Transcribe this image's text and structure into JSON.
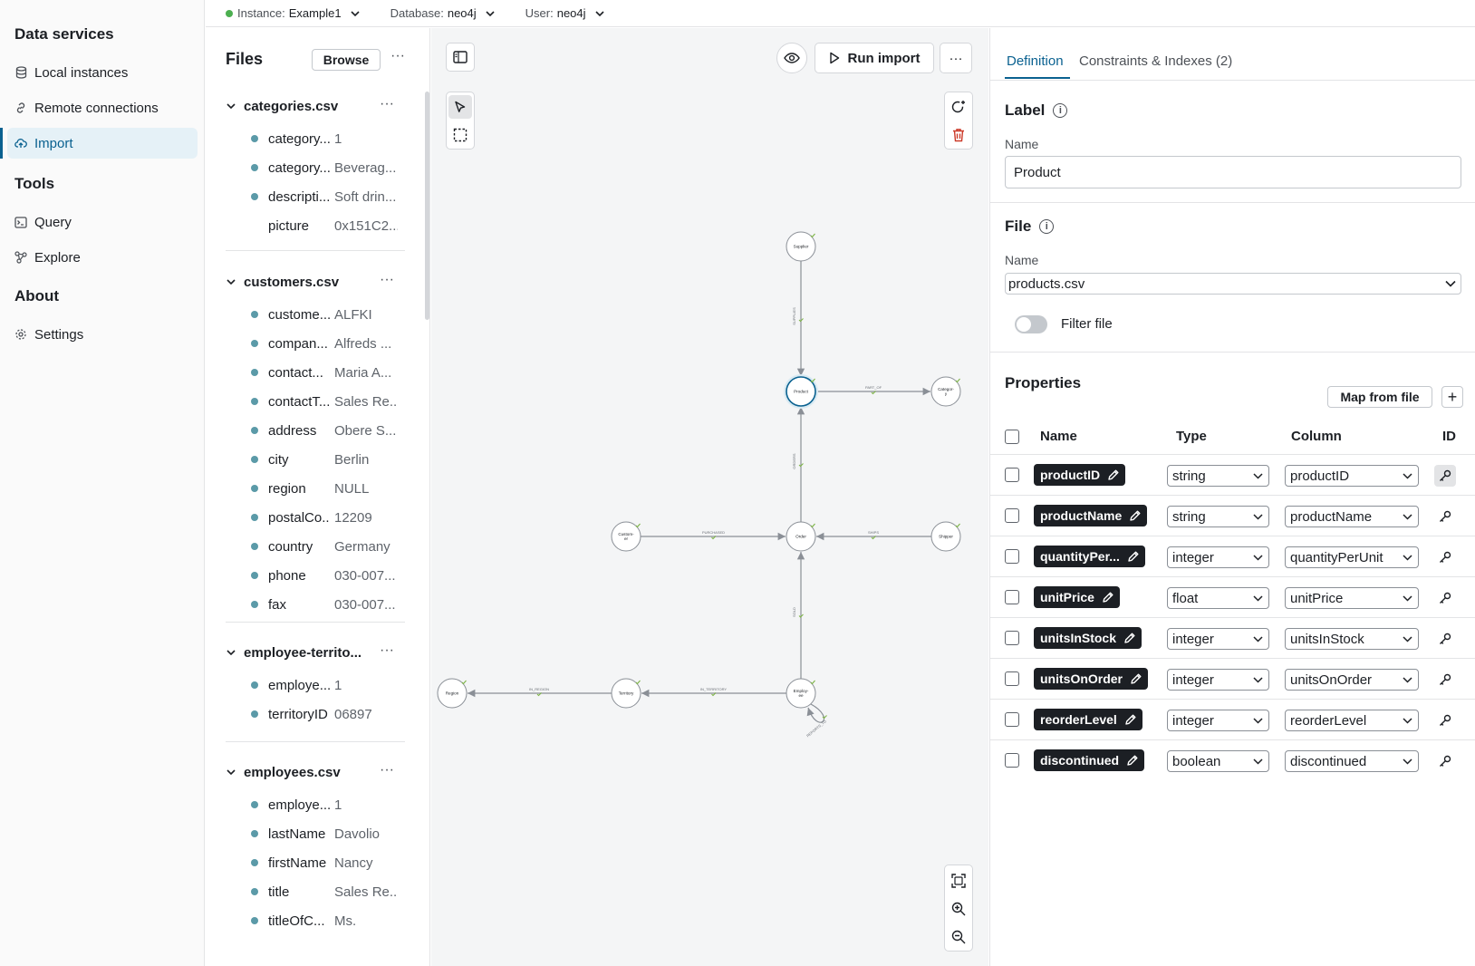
{
  "nav": {
    "sections": [
      {
        "title": "Data services",
        "items": [
          {
            "label": "Local instances",
            "icon": "database-icon"
          },
          {
            "label": "Remote connections",
            "icon": "link-icon"
          },
          {
            "label": "Import",
            "icon": "cloud-upload-icon",
            "active": true
          }
        ]
      },
      {
        "title": "Tools",
        "items": [
          {
            "label": "Query",
            "icon": "terminal-icon"
          },
          {
            "label": "Explore",
            "icon": "graph-icon"
          }
        ]
      },
      {
        "title": "About",
        "items": [
          {
            "label": "Settings",
            "icon": "gear-icon"
          }
        ]
      }
    ]
  },
  "topbar": {
    "instance_label": "Instance:",
    "instance_value": "Example1",
    "database_label": "Database:",
    "database_value": "neo4j",
    "user_label": "User:",
    "user_value": "neo4j",
    "status_color": "#4caf50"
  },
  "files": {
    "title": "Files",
    "browse_label": "Browse",
    "groups": [
      {
        "name": "categories.csv",
        "rows": [
          {
            "key": "category...",
            "value": "1",
            "bullet": true
          },
          {
            "key": "category...",
            "value": "Beverag...",
            "bullet": true
          },
          {
            "key": "descripti...",
            "value": "Soft drin...",
            "bullet": true
          },
          {
            "key": "picture",
            "value": "0x151C2...",
            "bullet": false
          }
        ]
      },
      {
        "name": "customers.csv",
        "rows": [
          {
            "key": "custome...",
            "value": "ALFKI",
            "bullet": true
          },
          {
            "key": "compan...",
            "value": "Alfreds ...",
            "bullet": true
          },
          {
            "key": "contact...",
            "value": "Maria A...",
            "bullet": true
          },
          {
            "key": "contactT...",
            "value": "Sales Re...",
            "bullet": true
          },
          {
            "key": "address",
            "value": "Obere S...",
            "bullet": true
          },
          {
            "key": "city",
            "value": "Berlin",
            "bullet": true
          },
          {
            "key": "region",
            "value": "NULL",
            "bullet": true
          },
          {
            "key": "postalCo...",
            "value": "12209",
            "bullet": true
          },
          {
            "key": "country",
            "value": "Germany",
            "bullet": true
          },
          {
            "key": "phone",
            "value": "030-007...",
            "bullet": true
          },
          {
            "key": "fax",
            "value": "030-007...",
            "bullet": true
          }
        ]
      },
      {
        "name": "employee-territo...",
        "rows": [
          {
            "key": "employe...",
            "value": "1",
            "bullet": true
          },
          {
            "key": "territoryID",
            "value": "06897",
            "bullet": true
          }
        ]
      },
      {
        "name": "employees.csv",
        "rows": [
          {
            "key": "employe...",
            "value": "1",
            "bullet": true
          },
          {
            "key": "lastName",
            "value": "Davolio",
            "bullet": true
          },
          {
            "key": "firstName",
            "value": "Nancy",
            "bullet": true
          },
          {
            "key": "title",
            "value": "Sales Re...",
            "bullet": true
          },
          {
            "key": "titleOfC...",
            "value": "Ms.",
            "bullet": true
          }
        ]
      }
    ]
  },
  "canvas": {
    "run_label": "Run import",
    "nodes": [
      {
        "id": "supplier",
        "label": "Supplier"
      },
      {
        "id": "product",
        "label": "Product"
      },
      {
        "id": "category",
        "label": "Categor-y"
      },
      {
        "id": "customer",
        "label": "Custom-er"
      },
      {
        "id": "order",
        "label": "Order"
      },
      {
        "id": "shipper",
        "label": "Shipper"
      },
      {
        "id": "region",
        "label": "Region"
      },
      {
        "id": "territory",
        "label": "Territory"
      },
      {
        "id": "employee",
        "label": "Employ-ee"
      }
    ],
    "edges": [
      {
        "label": "SUPPLIES"
      },
      {
        "label": "PART_OF"
      },
      {
        "label": "ORDERS"
      },
      {
        "label": "PURCHASED"
      },
      {
        "label": "SHIPS"
      },
      {
        "label": "SOLD"
      },
      {
        "label": "IN_REGION"
      },
      {
        "label": "IN_TERRITORY"
      },
      {
        "label": "REPORTS_TO"
      }
    ],
    "accent_color": "#0a6190"
  },
  "panel": {
    "tabs": [
      {
        "label": "Definition",
        "active": true
      },
      {
        "label": "Constraints & Indexes (2)",
        "active": false
      }
    ],
    "label_section": "Label",
    "name_label": "Name",
    "label_name": "Product",
    "file_section": "File",
    "file_name_label": "Name",
    "file_name": "products.csv",
    "filter_label": "Filter file",
    "properties_title": "Properties",
    "map_label": "Map from file",
    "headers": {
      "name": "Name",
      "type": "Type",
      "column": "Column",
      "id": "ID"
    },
    "properties": [
      {
        "name": "productID",
        "type": "string",
        "column": "productID",
        "is_id": true
      },
      {
        "name": "productName",
        "type": "string",
        "column": "productName",
        "is_id": false
      },
      {
        "name": "quantityPer...",
        "type": "integer",
        "column": "quantityPerUnit",
        "is_id": false
      },
      {
        "name": "unitPrice",
        "type": "float",
        "column": "unitPrice",
        "is_id": false
      },
      {
        "name": "unitsInStock",
        "type": "integer",
        "column": "unitsInStock",
        "is_id": false
      },
      {
        "name": "unitsOnOrder",
        "type": "integer",
        "column": "unitsOnOrder",
        "is_id": false
      },
      {
        "name": "reorderLevel",
        "type": "integer",
        "column": "reorderLevel",
        "is_id": false
      },
      {
        "name": "discontinued",
        "type": "boolean",
        "column": "discontinued",
        "is_id": false
      }
    ]
  }
}
